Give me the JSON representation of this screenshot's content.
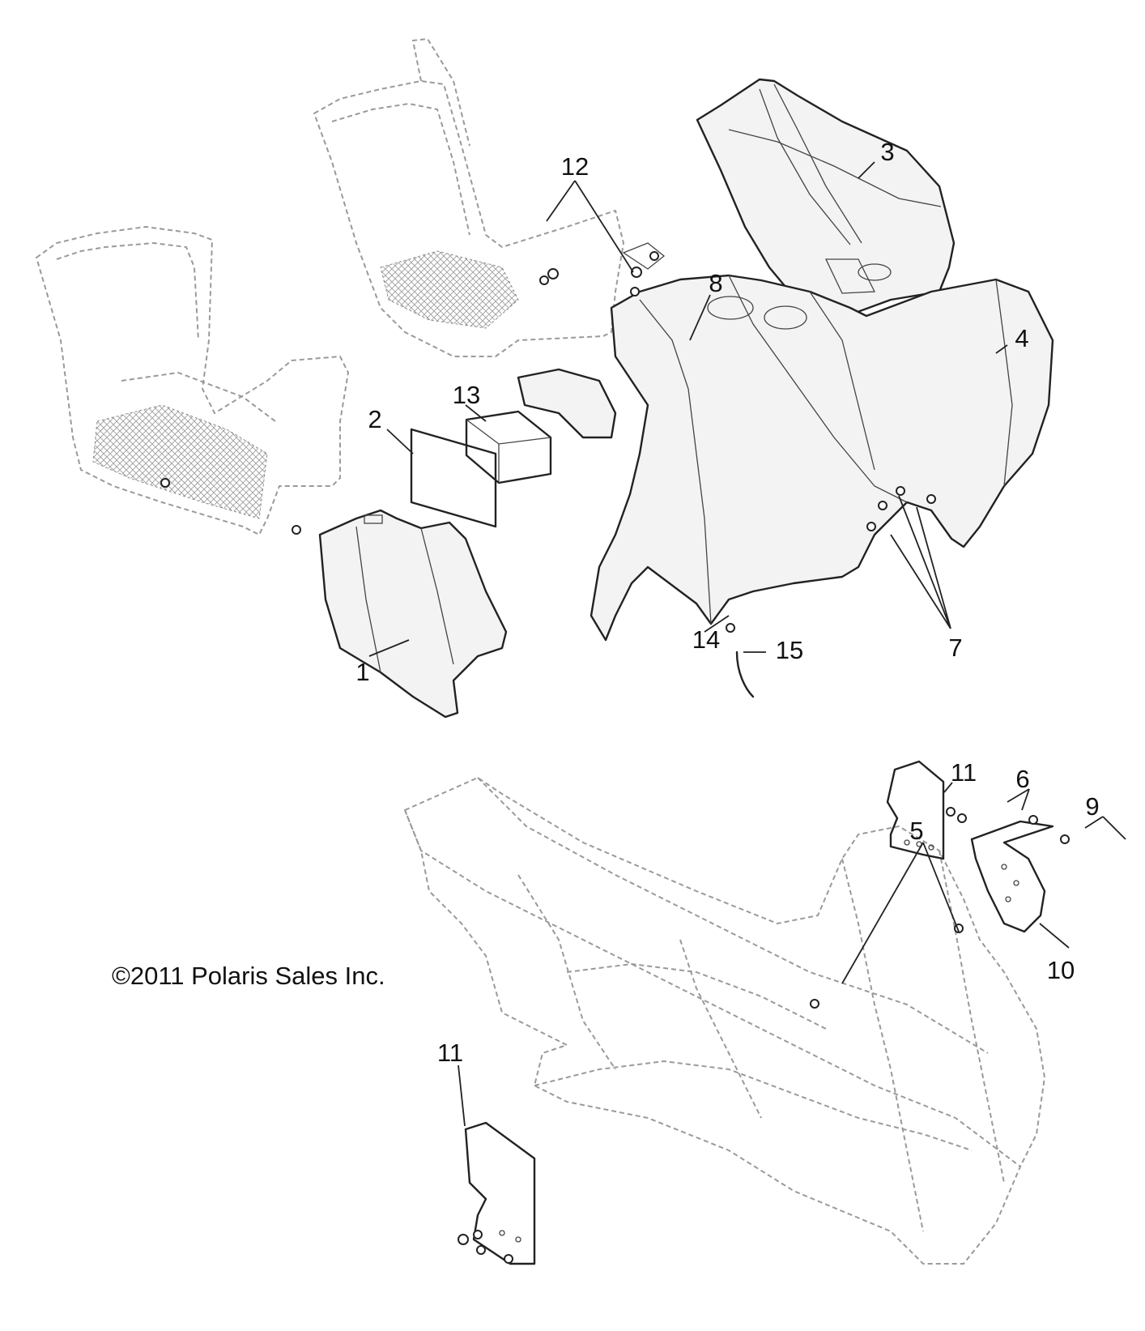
{
  "callouts": {
    "c1": "1",
    "c2": "2",
    "c3": "3",
    "c4": "4",
    "c5": "5",
    "c6": "6",
    "c7": "7",
    "c8": "8",
    "c9": "9",
    "c10": "10",
    "c11_top": "11",
    "c11_bottom": "11",
    "c12": "12",
    "c13": "13",
    "c14": "14",
    "c15": "15"
  },
  "copyright": "2011 Polaris Sales Inc.",
  "copyright_symbol": "©"
}
